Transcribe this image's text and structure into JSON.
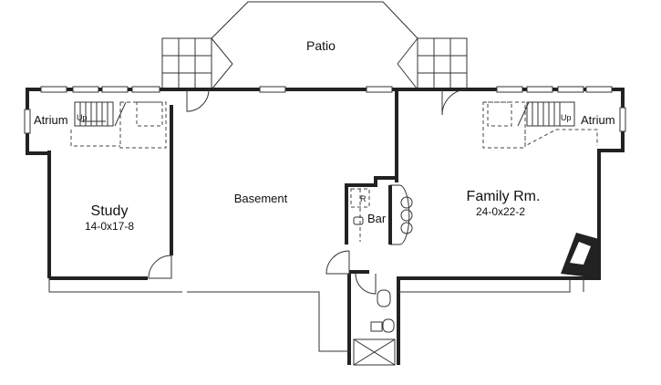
{
  "plan": {
    "patio": "Patio",
    "basement": "Basement",
    "study": {
      "name": "Study",
      "dims": "14-0x17-8"
    },
    "family_room": {
      "name": "Family Rm.",
      "dims": "24-0x22-2"
    },
    "atrium_left": "Atrium",
    "atrium_right": "Atrium",
    "stair_left": "Up",
    "stair_right": "Up",
    "bar": "Bar",
    "refrigerator": "R"
  }
}
